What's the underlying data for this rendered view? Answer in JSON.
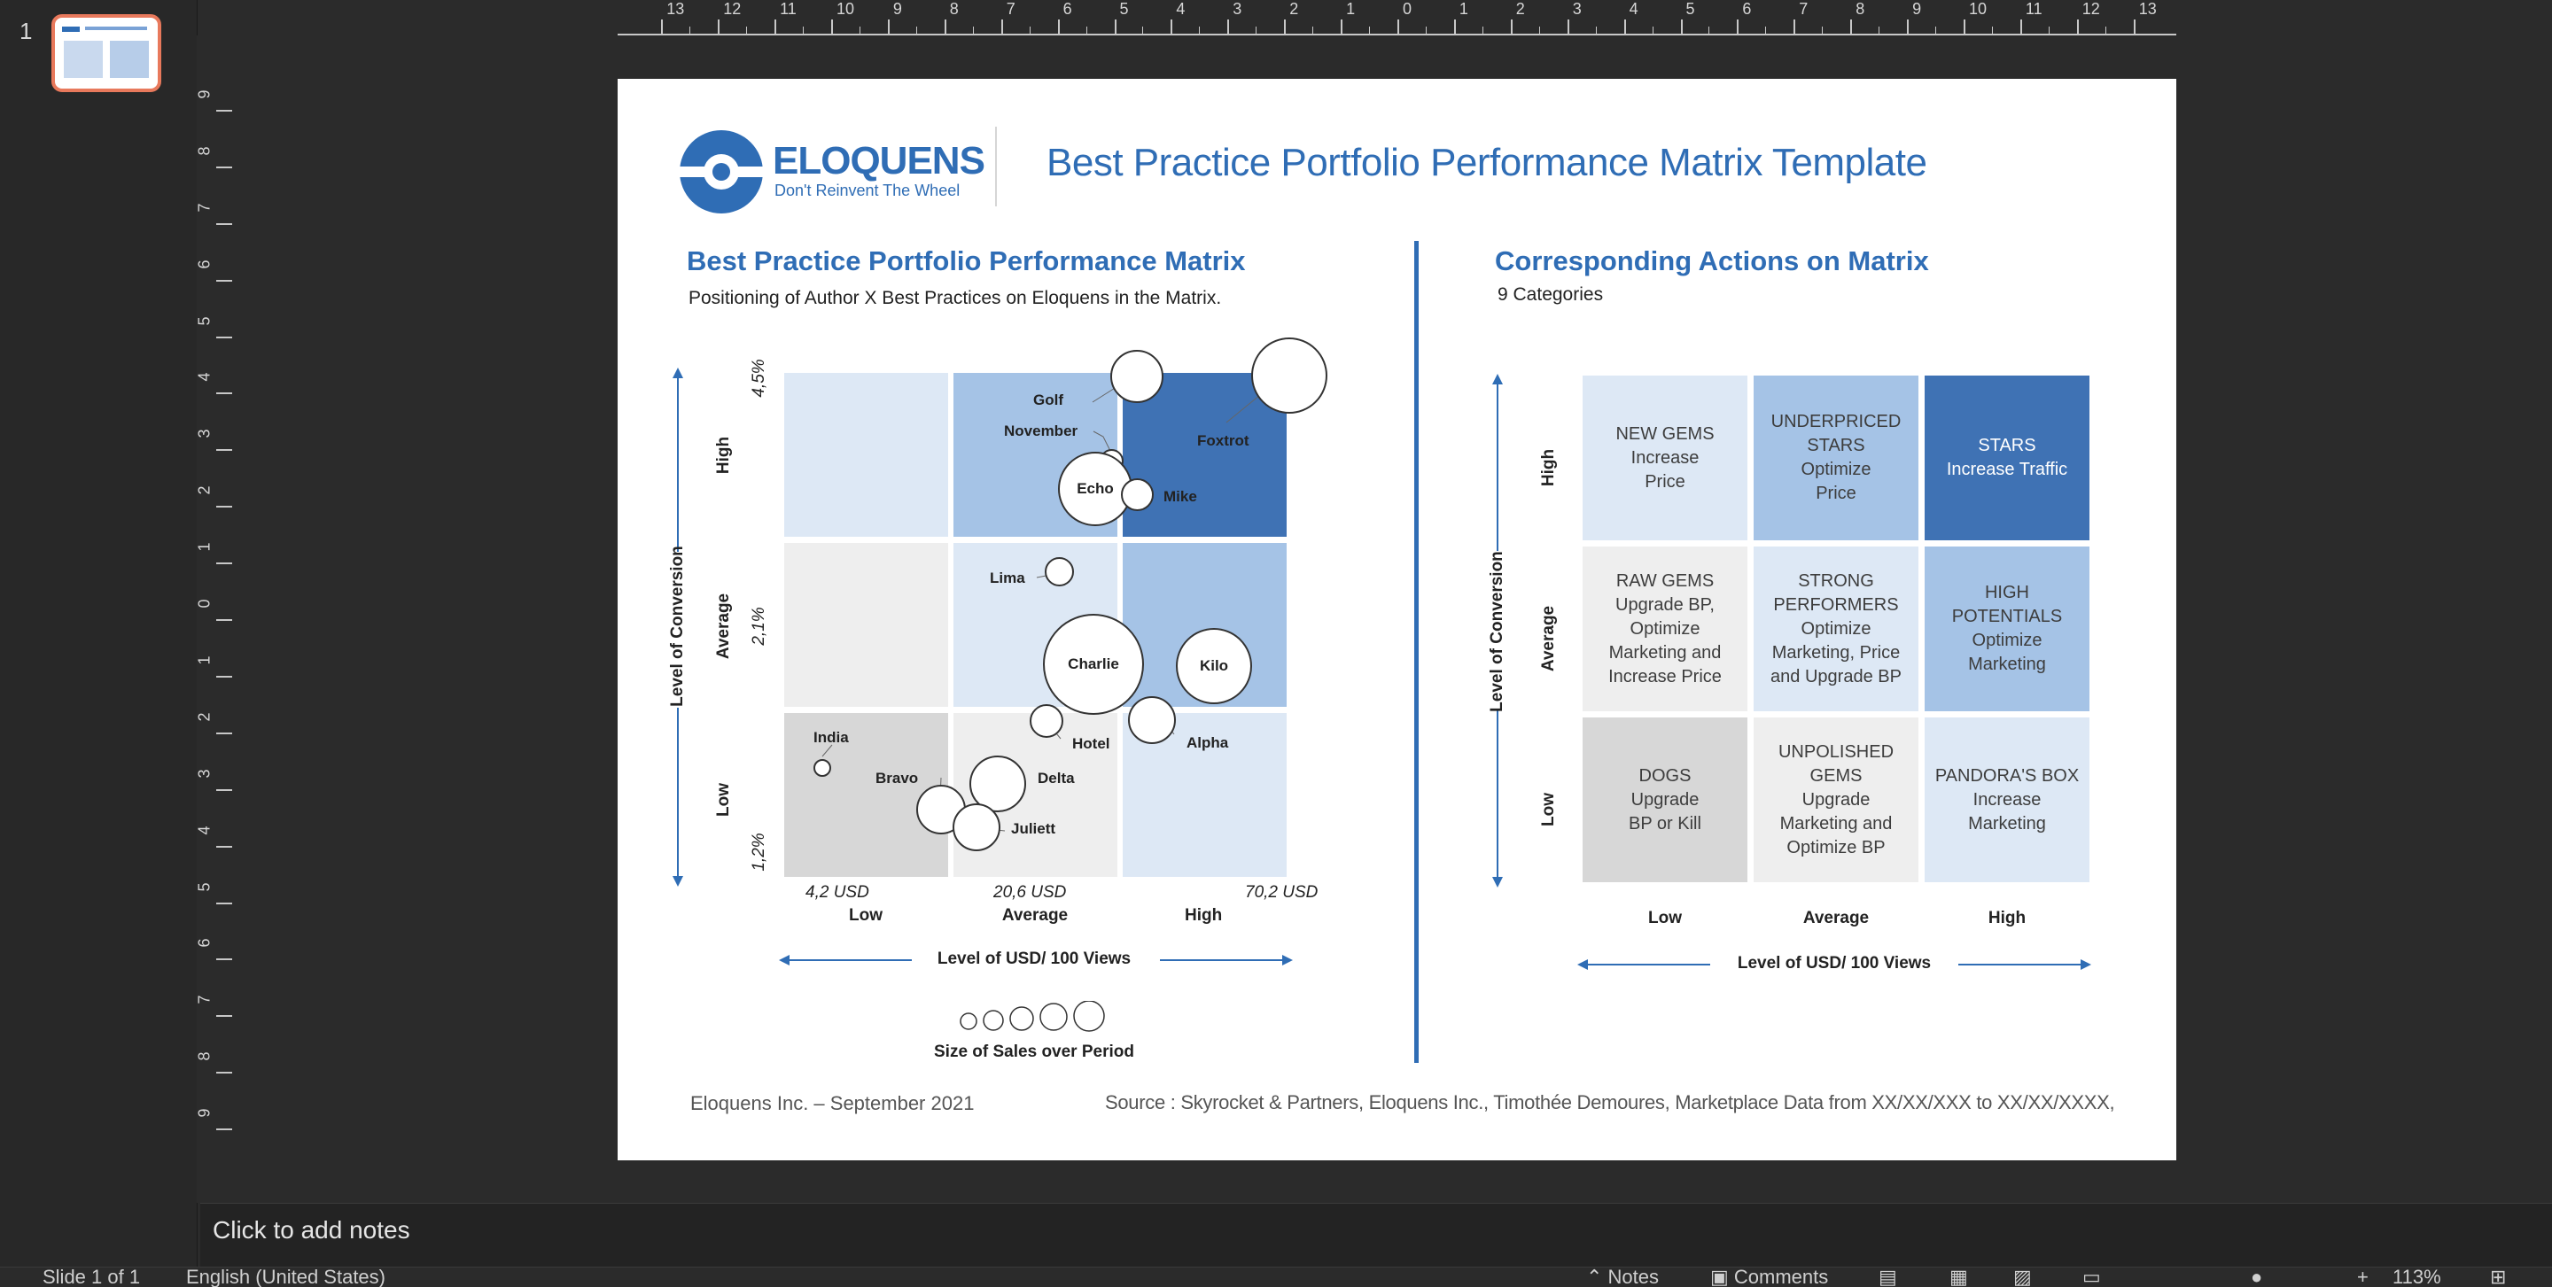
{
  "thumbnails": {
    "slide_number": "1"
  },
  "rulers": {
    "top": [
      "13",
      "12",
      "11",
      "10",
      "9",
      "8",
      "7",
      "6",
      "5",
      "4",
      "3",
      "2",
      "1",
      "0",
      "1",
      "2",
      "3",
      "4",
      "5",
      "6",
      "7",
      "8",
      "9",
      "10",
      "11",
      "12",
      "13"
    ],
    "left": [
      "9",
      "8",
      "7",
      "6",
      "5",
      "4",
      "3",
      "2",
      "1",
      "0",
      "1",
      "2",
      "3",
      "4",
      "5",
      "6",
      "7",
      "8",
      "9"
    ]
  },
  "slide": {
    "logo": {
      "name": "ELOQUENS",
      "tagline": "Don't Reinvent The Wheel"
    },
    "title": "Best Practice Portfolio Performance Matrix Template",
    "left_panel": {
      "title": "Best Practice Portfolio Performance Matrix",
      "subtitle": "Positioning of Author X Best Practices on Eloquens in the Matrix.",
      "y_axis_title": "Level of Conversion",
      "y_levels": [
        "High",
        "Average",
        "Low"
      ],
      "y_values": [
        "4,5%",
        "2,1%",
        "1,2%"
      ],
      "x_values": [
        "4,2 USD",
        "20,6 USD",
        "70,2 USD"
      ],
      "x_levels": [
        "Low",
        "Average",
        "High"
      ],
      "x_axis_title": "Level of USD/ 100 Views",
      "size_legend": "Size of Sales over Period",
      "bubbles": [
        {
          "label": "Golf"
        },
        {
          "label": "Foxtrot"
        },
        {
          "label": "November"
        },
        {
          "label": "Echo"
        },
        {
          "label": "Mike"
        },
        {
          "label": "Lima"
        },
        {
          "label": "Charlie"
        },
        {
          "label": "Kilo"
        },
        {
          "label": "Hotel"
        },
        {
          "label": "Alpha"
        },
        {
          "label": "India"
        },
        {
          "label": "Bravo"
        },
        {
          "label": "Delta"
        },
        {
          "label": "Juliett"
        }
      ]
    },
    "right_panel": {
      "title": "Corresponding Actions on Matrix",
      "subtitle": "9 Categories",
      "y_axis_title": "Level of Conversion",
      "y_levels": [
        "High",
        "Average",
        "Low"
      ],
      "x_levels": [
        "Low",
        "Average",
        "High"
      ],
      "x_axis_title": "Level of USD/ 100 Views",
      "cells": [
        "NEW GEMS\nIncrease\nPrice",
        "UNDERPRICED\nSTARS\nOptimize\nPrice",
        "STARS\nIncrease Traffic",
        "RAW GEMS\nUpgrade BP,\nOptimize\nMarketing and\nIncrease Price",
        "STRONG\nPERFORMERS\nOptimize\nMarketing, Price\nand Upgrade BP",
        "HIGH\nPOTENTIALS\nOptimize\nMarketing",
        "DOGS\nUpgrade\nBP or Kill",
        "UNPOLISHED\nGEMS\nUpgrade\nMarketing and\nOptimize BP",
        "PANDORA'S BOX\nIncrease\nMarketing"
      ]
    },
    "footer_left": "Eloquens Inc. – September 2021",
    "footer_right": "Source : Skyrocket & Partners, Eloquens Inc., Timothée Demoures, Marketplace Data from XX/XX/XXX to XX/XX/XXXX,"
  },
  "colors": {
    "accent": "#2f6db5",
    "dark_blue": "#3f72b4",
    "mid_blue": "#a5c3e6",
    "light_blue": "#dde8f5",
    "light_gray": "#eeeeee",
    "mid_gray": "#d7d7d7"
  },
  "notes": {
    "placeholder": "Click to add notes"
  },
  "status": {
    "slide_count": "Slide 1 of 1",
    "language": "English (United States)",
    "notes_label": "Notes",
    "comments_label": "Comments",
    "zoom": "113%"
  }
}
